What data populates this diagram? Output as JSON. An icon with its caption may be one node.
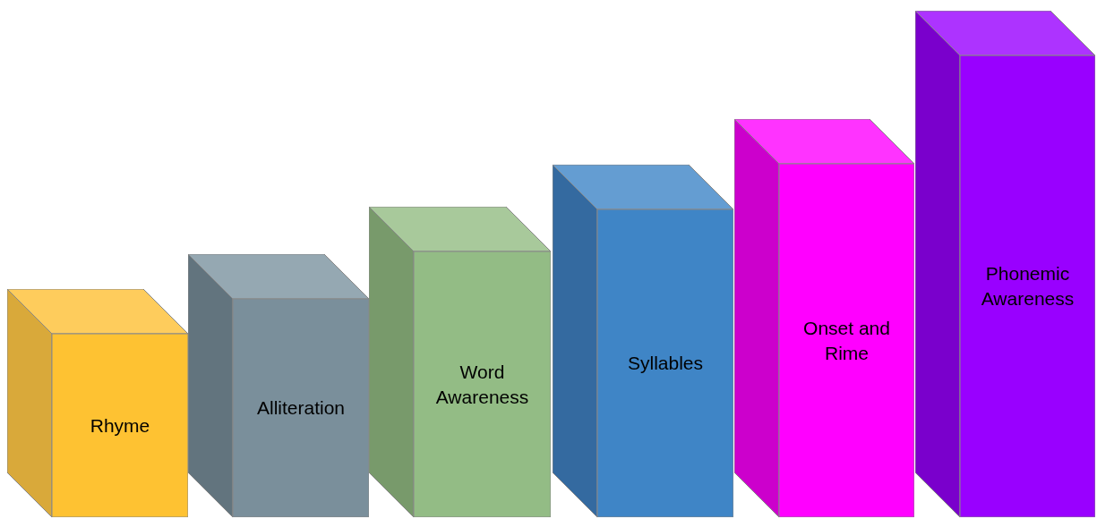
{
  "diagram": {
    "nodes": [
      {
        "text": [
          "Rhyme"
        ]
      },
      {
        "text": [
          "Alliteration"
        ]
      },
      {
        "text": [
          "Word Awareness"
        ]
      },
      {
        "text": [
          "Syllables"
        ]
      },
      {
        "text": [
          "Onset and Rime"
        ]
      },
      {
        "text": [
          "Phonemic Awareness"
        ]
      }
    ]
  }
}
